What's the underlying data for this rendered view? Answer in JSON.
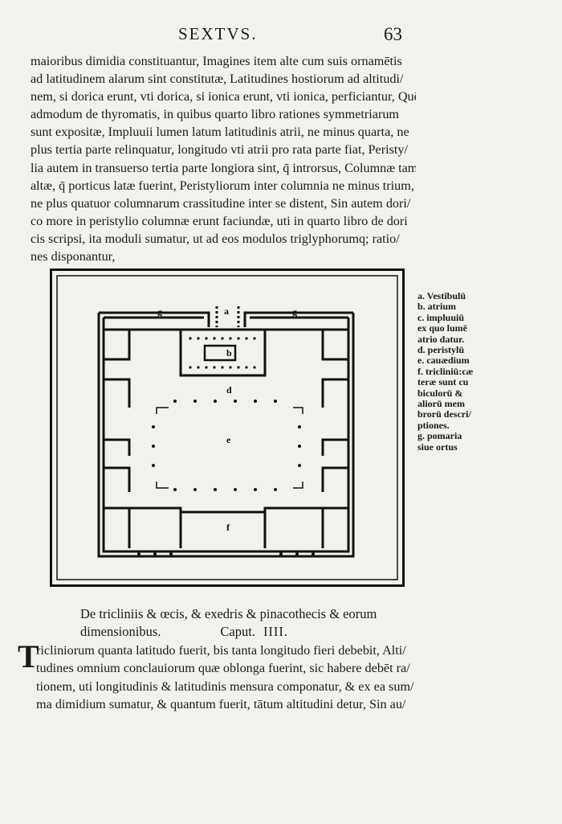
{
  "header": {
    "running_title": "SEXTVS.",
    "page_number": "63"
  },
  "body_lines": [
    "maioribus dimidia constituantur, Imagines item alte cum suis ornamētis",
    "ad latitudinem alarum sint constitutæ, Latitudines hostiorum ad altitudi/",
    "nem, si dorica erunt, vti dorica, si ionica erunt, vti ionica, perficiantur, Quē",
    "admodum de thyromatis, in quibus quarto libro rationes symmetriarum",
    "sunt expositæ, Impluuii lumen latum latitudinis atrii, ne minus quarta, ne",
    "plus tertia parte relinquatur, longitudo vti atrii pro rata parte fiat, Peristy/",
    "lia autem in transuerso tertia parte longiora sint, q̄ introrsus, Columnæ tam",
    "altæ, q̄ porticus latæ fuerint, Peristyliorum inter columnia ne minus trium,",
    "ne plus quatuor columnarum crassitudine inter se distent, Sin autem dori/",
    "co more in peristylio columnæ erunt faciundæ, uti in quarto libro de dori",
    "cis scripsi, ita moduli sumatur, ut ad eos modulos triglyphorumq; ratio/",
    "nes disponantur,"
  ],
  "plan": {
    "labels": {
      "a": "a",
      "b": "b",
      "d": "d",
      "e": "e",
      "f": "f",
      "g": "g"
    }
  },
  "legend": [
    "a. Vestibulū",
    "b. atrium",
    "c. impluuiū",
    "ex quo lumē",
    "atrio datur.",
    "d. peristylū",
    "e. cauædium",
    "f. tricliniū:cæ",
    "teræ sunt cu",
    "biculorū &",
    "aliorū mem",
    "brorū descri/",
    "ptiones.",
    "g. pomaria",
    "siue ortus"
  ],
  "chapter": {
    "title_line1": "De tricliniis & œcis, & exedris & pinacothecis & eorum",
    "title_line2": "dimensionibus.",
    "caput": "Caput.",
    "caput_number": "IIII.",
    "dropcap": "T",
    "lines": [
      "ricliniorum quanta latitudo fuerit, bis tanta longitudo fieri debebit, Alti/",
      "tudines omnium conclauiorum quæ oblonga fuerint, sic habere debēt ra/",
      "tionem, uti longitudinis & latitudinis mensura componatur, & ex ea sum/",
      "ma dimidium sumatur, & quantum fuerit, tātum altitudini detur, Sin au/"
    ]
  }
}
